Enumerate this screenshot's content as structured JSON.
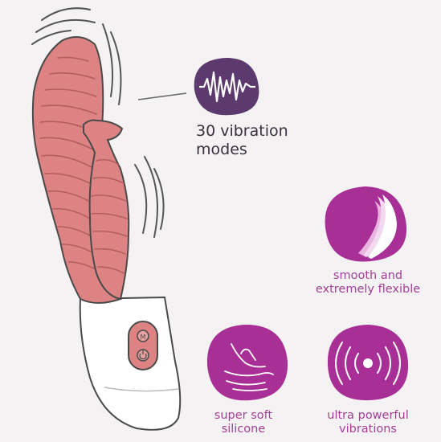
{
  "features": {
    "vibration": {
      "line1": "30 vibration",
      "line2": "modes",
      "icon": "waveform-icon"
    },
    "smooth": {
      "line1": "smooth and",
      "line2": "extremely flexible",
      "icon": "flex-curve-icon"
    },
    "soft": {
      "line1": "super soft",
      "line2": "silicone",
      "icon": "hand-touch-icon"
    },
    "powerful": {
      "line1": "ultra powerful",
      "line2": "vibrations",
      "icon": "vibration-waves-icon"
    }
  },
  "colors": {
    "background": "#f4f2f2",
    "product_body": "#dd8384",
    "product_handle": "#ffffff",
    "outline": "#4a4a4a",
    "icon_purple": "#a82f96",
    "icon_dark_purple": "#5c3a6e",
    "text_dark": "#3b2f3f",
    "text_purple": "#a23f97"
  }
}
